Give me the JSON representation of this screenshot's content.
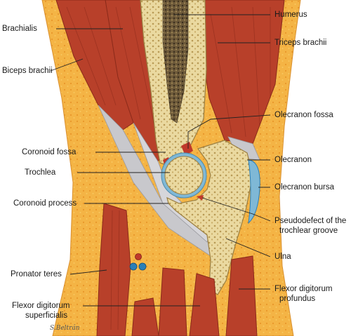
{
  "colors": {
    "fat": "#f4b445",
    "fat_dot": "#e8962a",
    "muscle": "#b8402a",
    "muscle_dark": "#8a2a1a",
    "bone": "#ead9a0",
    "bone_dark": "#b89a55",
    "tendon": "#c8c8cc",
    "cartilage": "#7fb8d6",
    "artery": "#c0392b",
    "vein": "#2a7fb8"
  },
  "labels": {
    "humerus": "Humerus",
    "brachialis": "Brachialis",
    "triceps_brachii": "Triceps brachii",
    "biceps_brachii": "Biceps brachii",
    "olecranon_fossa": "Olecranon fossa",
    "coronoid_fossa": "Coronoid fossa",
    "olecranon": "Olecranon",
    "trochlea": "Trochlea",
    "olecranon_bursa": "Olecranon bursa",
    "coronoid_process": "Coronoid process",
    "pseudodefect_line1": "Pseudodefect of the",
    "pseudodefect_line2": "trochlear groove",
    "ulna": "Ulna",
    "pronator_teres": "Pronator teres",
    "flexor_dig_prof_line1": "Flexor digitorum",
    "flexor_dig_prof_line2": "profundus",
    "flexor_dig_sup_line1": "Flexor digitorum",
    "flexor_dig_sup_line2": "superficialis"
  },
  "signature": "S.Beltrán"
}
